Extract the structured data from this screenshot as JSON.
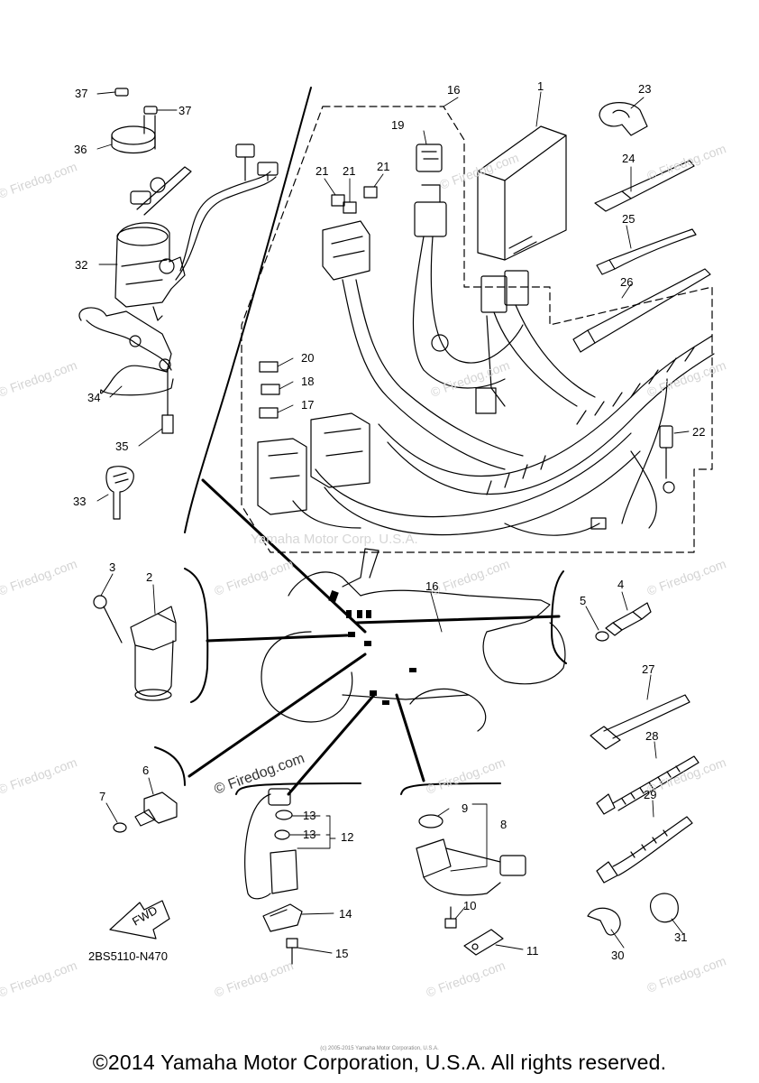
{
  "diagram": {
    "part_code": "2BS5110-N470",
    "fwd_label": "FWD",
    "copyright": "©2014 Yamaha Motor Corporation, U.S.A. All rights reserved.",
    "tiny_copyright": "(c) 2005-2015 Yamaha Motor Corporation, U.S.A.",
    "watermark": "© Firedog.com",
    "ghost_watermark": "Yamaha Motor Corp. U.S.A.",
    "callouts": {
      "c1": "1",
      "c2": "2",
      "c3": "3",
      "c4": "4",
      "c5": "5",
      "c6": "6",
      "c7": "7",
      "c8": "8",
      "c9": "9",
      "c10": "10",
      "c11": "11",
      "c12": "12",
      "c13a": "13",
      "c13b": "13",
      "c14": "14",
      "c15": "15",
      "c16a": "16",
      "c16b": "16",
      "c17": "17",
      "c18": "18",
      "c19": "19",
      "c20": "20",
      "c21a": "21",
      "c21b": "21",
      "c21c": "21",
      "c22": "22",
      "c23": "23",
      "c24": "24",
      "c25": "25",
      "c26": "26",
      "c27": "27",
      "c28": "28",
      "c29": "29",
      "c30": "30",
      "c31": "31",
      "c32": "32",
      "c33": "33",
      "c34": "34",
      "c35": "35",
      "c36": "36",
      "c37a": "37",
      "c37b": "37"
    }
  }
}
